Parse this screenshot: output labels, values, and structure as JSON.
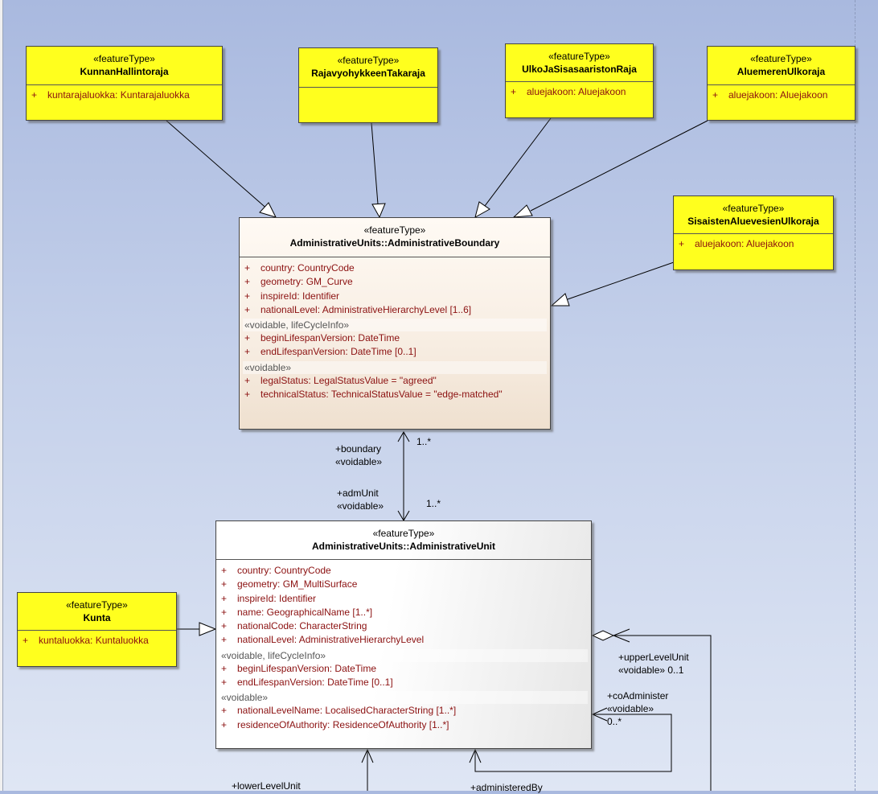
{
  "classes": {
    "kunnanhallintoraja": {
      "stereotype": "«featureType»",
      "name": "KunnanHallintoraja",
      "attrs": [
        {
          "vis": "+",
          "text": "kuntarajaluokka:  Kuntarajaluokka"
        }
      ]
    },
    "rajavyohykkeen": {
      "stereotype": "«featureType»",
      "name": "RajavyohykkeenTakaraja"
    },
    "ulkoja": {
      "stereotype": "«featureType»",
      "name": "UlkoJaSisasaaristonRaja",
      "attrs": [
        {
          "vis": "+",
          "text": "aluejakoon:  Aluejakoon"
        }
      ]
    },
    "aluemeren": {
      "stereotype": "«featureType»",
      "name": "AluemerenUlkoraja",
      "attrs": [
        {
          "vis": "+",
          "text": "aluejakoon:  Aluejakoon"
        }
      ]
    },
    "sisaisten": {
      "stereotype": "«featureType»",
      "name": "SisaistenAluevesienUlkoraja",
      "attrs": [
        {
          "vis": "+",
          "text": "aluejakoon:  Aluejakoon"
        }
      ]
    },
    "boundary": {
      "stereotype": "«featureType»",
      "name": "AdministrativeUnits::AdministrativeBoundary",
      "attrs": [
        {
          "vis": "+",
          "text": "country:  CountryCode"
        },
        {
          "vis": "+",
          "text": "geometry:  GM_Curve"
        },
        {
          "vis": "+",
          "text": "inspireId:  Identifier"
        },
        {
          "vis": "+",
          "text": "nationalLevel:  AdministrativeHierarchyLevel [1..6]"
        }
      ],
      "group1": "«voidable, lifeCycleInfo»",
      "attrs1": [
        {
          "vis": "+",
          "text": "beginLifespanVersion:  DateTime"
        },
        {
          "vis": "+",
          "text": "endLifespanVersion:  DateTime [0..1]"
        }
      ],
      "group2": "«voidable»",
      "attrs2": [
        {
          "vis": "+",
          "text": "legalStatus:  LegalStatusValue = \"agreed\""
        },
        {
          "vis": "+",
          "text": "technicalStatus:  TechnicalStatusValue = \"edge-matched\""
        }
      ]
    },
    "unit": {
      "stereotype": "«featureType»",
      "name": "AdministrativeUnits::AdministrativeUnit",
      "attrs": [
        {
          "vis": "+",
          "text": "country:  CountryCode"
        },
        {
          "vis": "+",
          "text": "geometry:  GM_MultiSurface"
        },
        {
          "vis": "+",
          "text": "inspireId:  Identifier"
        },
        {
          "vis": "+",
          "text": "name:  GeographicalName [1..*]"
        },
        {
          "vis": "+",
          "text": "nationalCode:  CharacterString"
        },
        {
          "vis": "+",
          "text": "nationalLevel:  AdministrativeHierarchyLevel"
        }
      ],
      "group1": "«voidable, lifeCycleInfo»",
      "attrs1": [
        {
          "vis": "+",
          "text": "beginLifespanVersion:  DateTime"
        },
        {
          "vis": "+",
          "text": "endLifespanVersion:  DateTime [0..1]"
        }
      ],
      "group2": "«voidable»",
      "attrs2": [
        {
          "vis": "+",
          "text": "nationalLevelName:  LocalisedCharacterString [1..*]"
        },
        {
          "vis": "+",
          "text": "residenceOfAuthority:  ResidenceOfAuthority [1..*]"
        }
      ]
    },
    "kunta": {
      "stereotype": "«featureType»",
      "name": "Kunta",
      "attrs": [
        {
          "vis": "+",
          "text": "kuntaluokka:  Kuntaluokka"
        }
      ]
    }
  },
  "labels": {
    "boundary_role": "+boundary",
    "boundary_voidable": "«voidable»",
    "boundary_mult": "1..*",
    "admunit_role": "+admUnit",
    "admunit_voidable": "«voidable»",
    "admunit_mult": "1..*",
    "upper_role": "+upperLevelUnit",
    "upper_voidable_mult": "«voidable» 0..1",
    "coadmin_role": "+coAdminister",
    "coadmin_voidable": "«voidable»",
    "coadmin_mult": "0..*",
    "lower_role": "+lowerLevelUnit",
    "administered_role": "+administeredBy"
  }
}
